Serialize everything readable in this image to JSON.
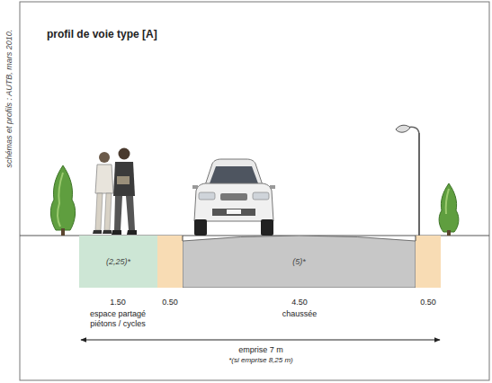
{
  "diagram": {
    "title": "profil de voie type [A]",
    "nodes": [
      {
        "text": [
          "(2,25)*"
        ]
      },
      {
        "text": [
          "(5)*"
        ]
      }
    ],
    "labels": [
      "schémas et profils : AUTB, mars 2010.",
      "1.50",
      "0.50",
      "4.50",
      "0.50",
      "espace partagé piétons / cycles",
      "chaussée",
      "emprise 7 m",
      "*(si emprise 8,25 m)"
    ]
  }
}
